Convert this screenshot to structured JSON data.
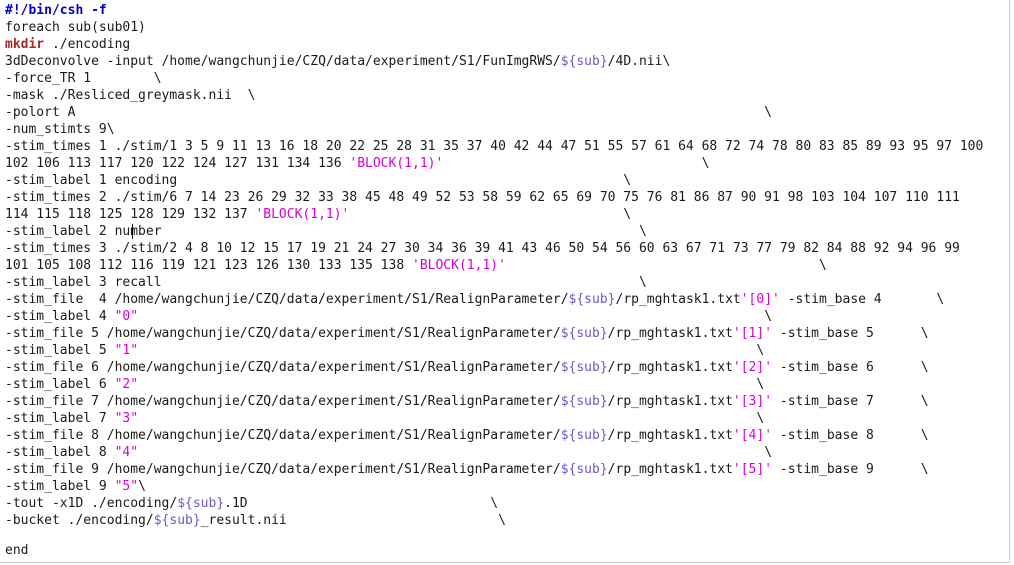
{
  "editor": {
    "lines": [
      [
        {
          "t": "#!/bin/csh -f",
          "c": "shebang"
        }
      ],
      [
        {
          "t": "foreach sub(sub01)",
          "c": ""
        }
      ],
      [
        {
          "t": "mkdir",
          "c": "kw"
        },
        {
          "t": " ./encoding",
          "c": ""
        }
      ],
      [
        {
          "t": "3dDeconvolve -input /home/wangchunjie/CZQ/data/experiment/S1/FunImgRWS/",
          "c": ""
        },
        {
          "t": "${sub}",
          "c": "var"
        },
        {
          "t": "/4D.nii\\",
          "c": ""
        }
      ],
      [
        {
          "t": "-force_TR 1        \\",
          "c": ""
        }
      ],
      [
        {
          "t": "-mask ./Resliced_greymask.nii  \\",
          "c": ""
        }
      ],
      [
        {
          "t": "-polort A                                                                                        \\",
          "c": ""
        }
      ],
      [
        {
          "t": "-num_stimts 9\\",
          "c": ""
        }
      ],
      [
        {
          "t": "-stim_times 1 ./stim/1 3 5 9 11 13 16 18 20 22 25 28 31 35 37 40 42 44 47 51 55 57 61 64 68 72 74 78 80 83 85 89 93 95 97 100",
          "c": ""
        }
      ],
      [
        {
          "t": "102 106 113 117 120 122 124 127 131 134 136 ",
          "c": ""
        },
        {
          "t": "'BLOCK(1,1)'",
          "c": "str"
        },
        {
          "t": "                                 \\",
          "c": ""
        }
      ],
      [
        {
          "t": "-stim_label 1 encoding                                                         \\",
          "c": ""
        }
      ],
      [
        {
          "t": "-stim_times 2 ./stim/6 7 14 23 26 29 32 33 38 45 48 49 52 53 58 59 62 65 69 70 75 76 81 86 87 90 91 98 103 104 107 110 111",
          "c": ""
        }
      ],
      [
        {
          "t": "114 115 118 125 128 129 132 137 ",
          "c": ""
        },
        {
          "t": "'BLOCK(1,1)'",
          "c": "str"
        },
        {
          "t": "                                   \\",
          "c": ""
        }
      ],
      [
        {
          "t": "-stim_label 2 number                                                             \\",
          "c": ""
        }
      ],
      [
        {
          "t": "-stim_times 3 ./stim/2 4 8 10 12 15 17 19 21 24 27 30 34 36 39 41 43 46 50 54 56 60 63 67 71 73 77 79 82 84 88 92 94 96 99",
          "c": ""
        }
      ],
      [
        {
          "t": "101 105 108 112 116 119 121 123 126 130 133 135 138 ",
          "c": ""
        },
        {
          "t": "'BLOCK(1,1)'",
          "c": "str"
        },
        {
          "t": "                                        \\",
          "c": ""
        }
      ],
      [
        {
          "t": "-stim_label 3 recall                                                             \\",
          "c": ""
        }
      ],
      [
        {
          "t": "-stim_file  4 /home/wangchunjie/CZQ/data/experiment/S1/RealignParameter/",
          "c": ""
        },
        {
          "t": "${sub}",
          "c": "var"
        },
        {
          "t": "/rp_mghtask1.txt",
          "c": ""
        },
        {
          "t": "'[0]'",
          "c": "str"
        },
        {
          "t": " -stim_base 4       \\",
          "c": ""
        }
      ],
      [
        {
          "t": "-stim_label 4 ",
          "c": ""
        },
        {
          "t": "\"0\"",
          "c": "str"
        },
        {
          "t": "                                                                                \\",
          "c": ""
        }
      ],
      [
        {
          "t": "-stim_file 5 /home/wangchunjie/CZQ/data/experiment/S1/RealignParameter/",
          "c": ""
        },
        {
          "t": "${sub}",
          "c": "var"
        },
        {
          "t": "/rp_mghtask1.txt",
          "c": ""
        },
        {
          "t": "'[1]'",
          "c": "str"
        },
        {
          "t": " -stim_base 5      \\",
          "c": ""
        }
      ],
      [
        {
          "t": "-stim_label 5 ",
          "c": ""
        },
        {
          "t": "\"1\"",
          "c": "str"
        },
        {
          "t": "                                                                               \\",
          "c": ""
        }
      ],
      [
        {
          "t": "-stim_file 6 /home/wangchunjie/CZQ/data/experiment/S1/RealignParameter/",
          "c": ""
        },
        {
          "t": "${sub}",
          "c": "var"
        },
        {
          "t": "/rp_mghtask1.txt",
          "c": ""
        },
        {
          "t": "'[2]'",
          "c": "str"
        },
        {
          "t": " -stim_base 6      \\",
          "c": ""
        }
      ],
      [
        {
          "t": "-stim_label 6 ",
          "c": ""
        },
        {
          "t": "\"2\"",
          "c": "str"
        },
        {
          "t": "                                                                               \\",
          "c": ""
        }
      ],
      [
        {
          "t": "-stim_file 7 /home/wangchunjie/CZQ/data/experiment/S1/RealignParameter/",
          "c": ""
        },
        {
          "t": "${sub}",
          "c": "var"
        },
        {
          "t": "/rp_mghtask1.txt",
          "c": ""
        },
        {
          "t": "'[3]'",
          "c": "str"
        },
        {
          "t": " -stim_base 7      \\",
          "c": ""
        }
      ],
      [
        {
          "t": "-stim_label 7 ",
          "c": ""
        },
        {
          "t": "\"3\"",
          "c": "str"
        },
        {
          "t": "                                                                               \\",
          "c": ""
        }
      ],
      [
        {
          "t": "-stim_file 8 /home/wangchunjie/CZQ/data/experiment/S1/RealignParameter/",
          "c": ""
        },
        {
          "t": "${sub}",
          "c": "var"
        },
        {
          "t": "/rp_mghtask1.txt",
          "c": ""
        },
        {
          "t": "'[4]'",
          "c": "str"
        },
        {
          "t": " -stim_base 8      \\",
          "c": ""
        }
      ],
      [
        {
          "t": "-stim_label 8 ",
          "c": ""
        },
        {
          "t": "\"4\"",
          "c": "str"
        },
        {
          "t": "                                                                                \\",
          "c": ""
        }
      ],
      [
        {
          "t": "-stim_file 9 /home/wangchunjie/CZQ/data/experiment/S1/RealignParameter/",
          "c": ""
        },
        {
          "t": "${sub}",
          "c": "var"
        },
        {
          "t": "/rp_mghtask1.txt",
          "c": ""
        },
        {
          "t": "'[5]'",
          "c": "str"
        },
        {
          "t": " -stim_base 9      \\",
          "c": ""
        }
      ],
      [
        {
          "t": "-stim_label 9 ",
          "c": ""
        },
        {
          "t": "\"5\"",
          "c": "str"
        },
        {
          "t": "\\",
          "c": ""
        }
      ],
      [
        {
          "t": "-tout -x1D ./encoding/",
          "c": ""
        },
        {
          "t": "${sub}",
          "c": "var"
        },
        {
          "t": ".1D                               \\",
          "c": ""
        }
      ],
      [
        {
          "t": "-bucket ./encoding/",
          "c": ""
        },
        {
          "t": "${sub}",
          "c": "var"
        },
        {
          "t": "_result.nii                           \\",
          "c": ""
        }
      ],
      [
        {
          "t": "",
          "c": ""
        }
      ],
      [
        {
          "t": "end",
          "c": ""
        }
      ]
    ]
  }
}
